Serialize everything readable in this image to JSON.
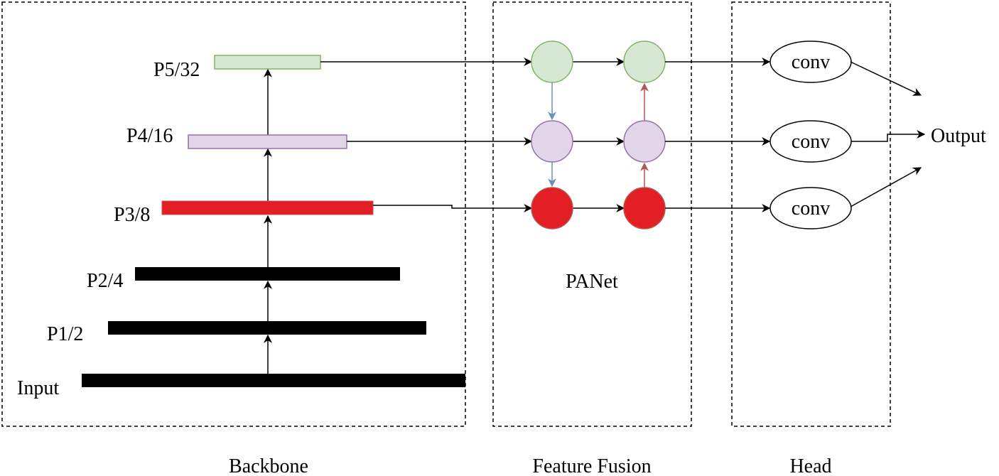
{
  "sections": {
    "backbone": "Backbone",
    "feature_fusion": "Feature Fusion",
    "head": "Head"
  },
  "backbone": {
    "levels": [
      {
        "label": "Input"
      },
      {
        "label": "P1/2"
      },
      {
        "label": "P2/4"
      },
      {
        "label": "P3/8",
        "color": "#e31e24"
      },
      {
        "label": "P4/16",
        "color": "#e1d5e7",
        "stroke": "#9673a6"
      },
      {
        "label": "P5/32",
        "color": "#d5e8d4",
        "stroke": "#82b366"
      }
    ]
  },
  "fusion": {
    "name": "PANet",
    "top_down_arrow_color": "#6c8ebf",
    "bottom_up_arrow_color": "#b85450",
    "node_colors": {
      "p5": {
        "fill": "#d5e8d4",
        "stroke": "#82b366"
      },
      "p4": {
        "fill": "#e1d5e7",
        "stroke": "#9673a6"
      },
      "p3": {
        "fill": "#e31e24",
        "stroke": "#b85450"
      }
    }
  },
  "head": {
    "nodes": [
      "conv",
      "conv",
      "conv"
    ]
  },
  "output": "Output"
}
